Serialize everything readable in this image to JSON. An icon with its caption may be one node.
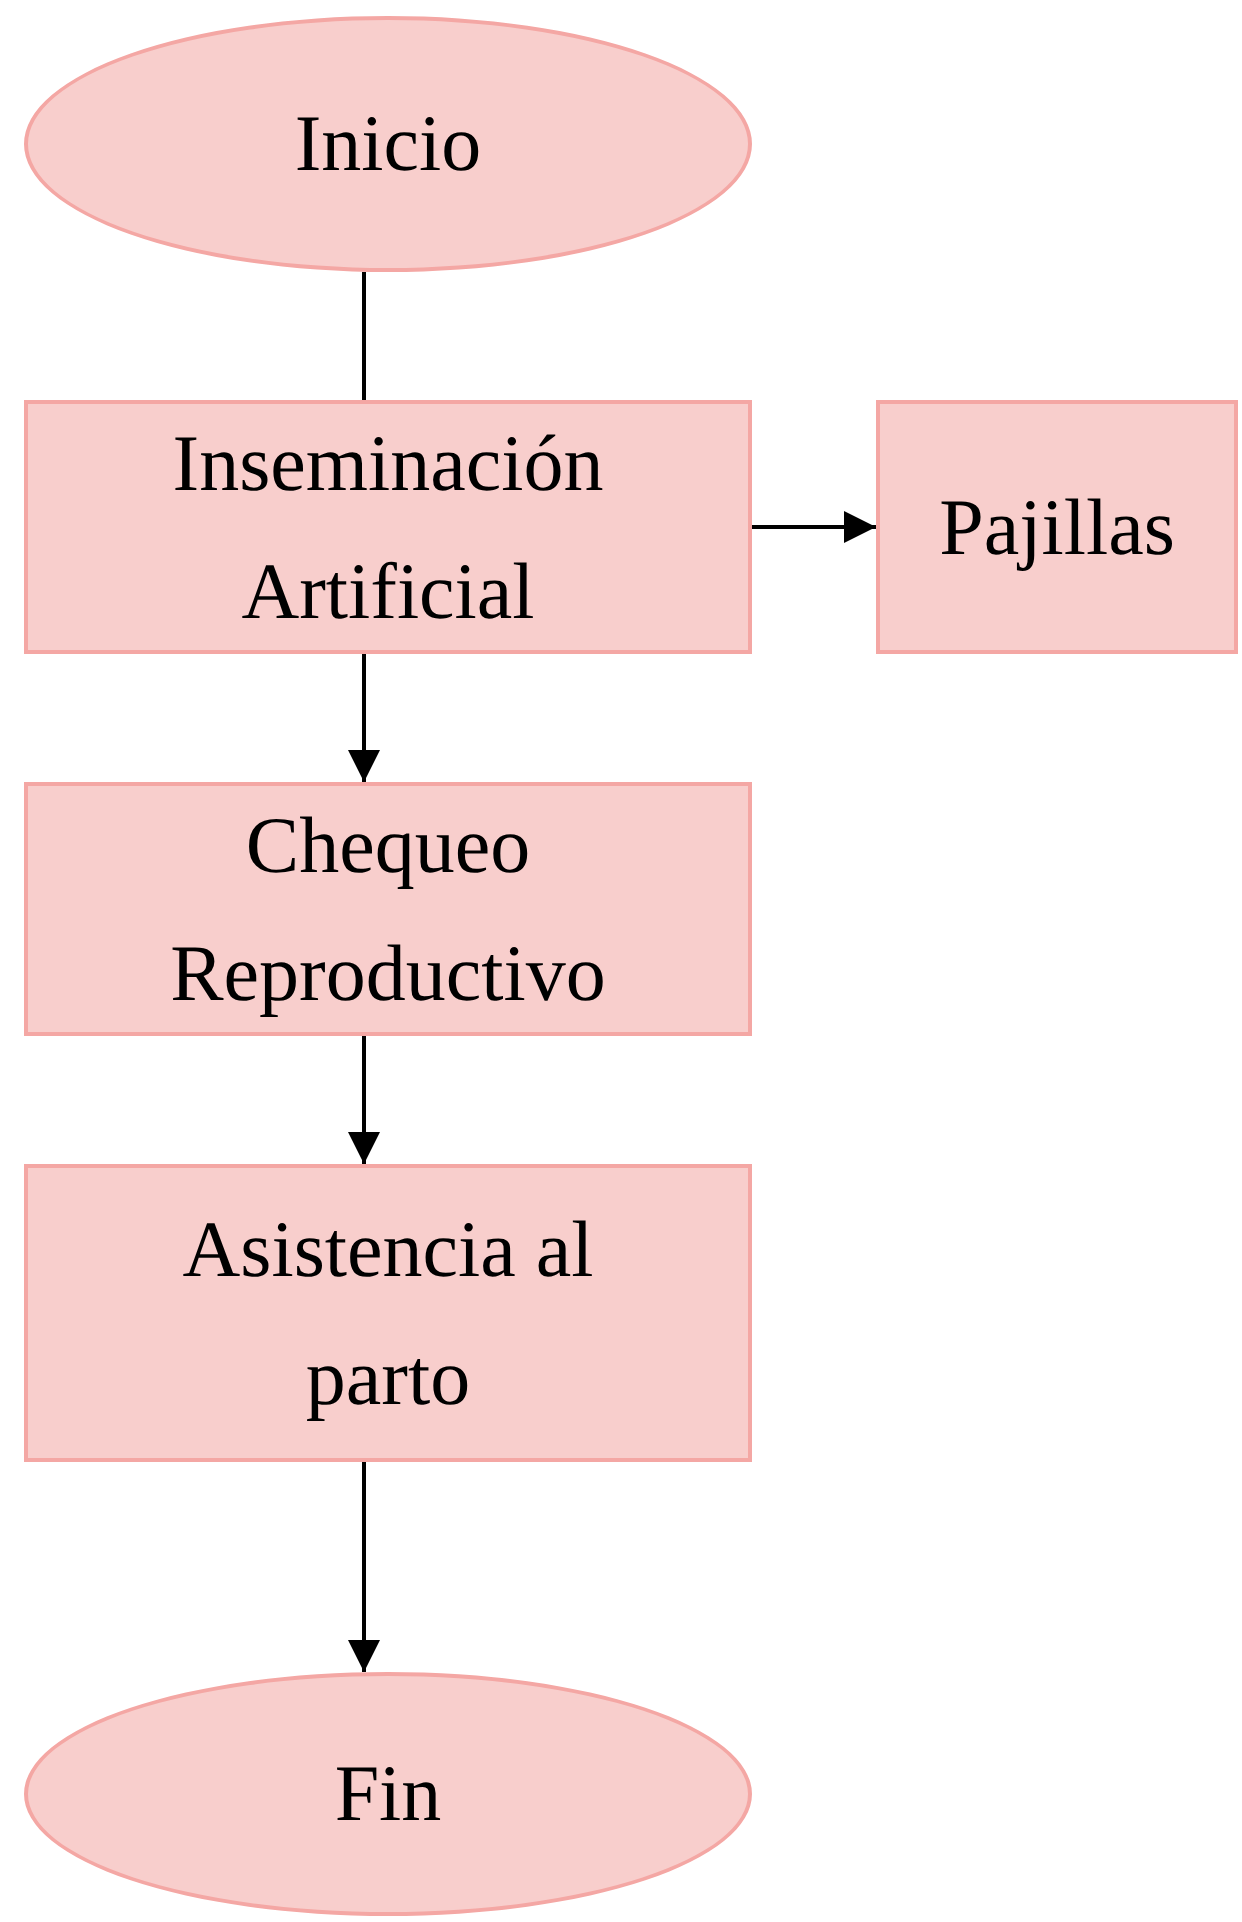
{
  "diagram": {
    "nodes": [
      {
        "text": [
          "Inicio"
        ]
      },
      {
        "text": [
          "Inseminación Artificial"
        ]
      },
      {
        "text": [
          "Pajillas"
        ]
      },
      {
        "text": [
          "Chequeo Reproductivo"
        ]
      },
      {
        "text": [
          "Asistencia al parto"
        ]
      },
      {
        "text": [
          "Fin"
        ]
      }
    ],
    "edges": [
      {
        "from": 0,
        "to": 1,
        "arrow": "none"
      },
      {
        "from": 1,
        "to": 2,
        "arrow": "to"
      },
      {
        "from": 1,
        "to": 3,
        "arrow": "to"
      },
      {
        "from": 3,
        "to": 4,
        "arrow": "to"
      },
      {
        "from": 4,
        "to": 5,
        "arrow": "to"
      }
    ]
  }
}
